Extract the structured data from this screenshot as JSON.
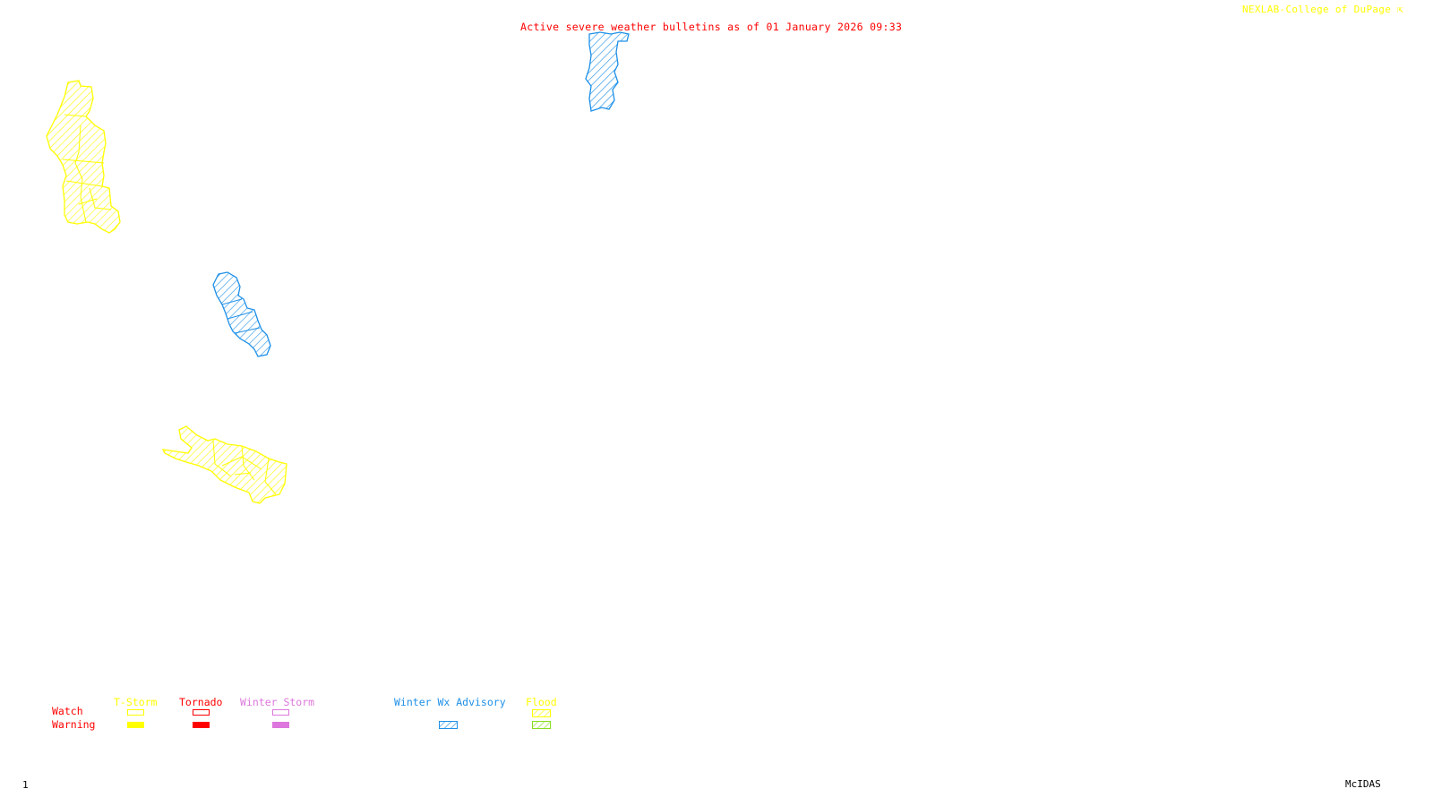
{
  "header": {
    "title": "Active severe weather bulletins as of 01 January 2026 09:33",
    "credit": "NEXLAB-College of DuPage",
    "credit_icon": "cursor-arrow-icon"
  },
  "footer": {
    "frame_number": "1",
    "software": "McIDAS"
  },
  "colors": {
    "title": "#ff0000",
    "credit": "#ffff00",
    "tstorm": "#ffff00",
    "tornado": "#ff0000",
    "winter_storm": "#dd77dd",
    "winter_wx_advisory": "#1e90e8",
    "flood_watch": "#ffff00",
    "flood_warning": "#88dd22"
  },
  "legend": {
    "row_labels": {
      "watch": "Watch",
      "warning": "Warning"
    },
    "columns": [
      {
        "key": "tstorm",
        "label": "T-Storm",
        "watch": "outline",
        "warning": "solid"
      },
      {
        "key": "tornado",
        "label": "Tornado",
        "watch": "outline",
        "warning": "solid"
      },
      {
        "key": "winter_storm",
        "label": "Winter Storm",
        "watch": "outline",
        "warning": "solid"
      },
      {
        "key": "winter_wx_advisory",
        "label": "Winter Wx Advisory",
        "watch": "none",
        "warning": "hatched"
      },
      {
        "key": "flood",
        "label": "Flood",
        "watch": "hatched",
        "warning": "hatched"
      }
    ]
  },
  "alerts": [
    {
      "name": "flood-area-northwest",
      "type": "Flood Watch",
      "color": "#ffff00"
    },
    {
      "name": "winter-advisory-north",
      "type": "Winter Wx Advisory",
      "color": "#1e90e8"
    },
    {
      "name": "winter-advisory-central",
      "type": "Winter Wx Advisory",
      "color": "#1e90e8"
    },
    {
      "name": "flood-area-southwest",
      "type": "Flood Watch",
      "color": "#ffff00"
    }
  ]
}
